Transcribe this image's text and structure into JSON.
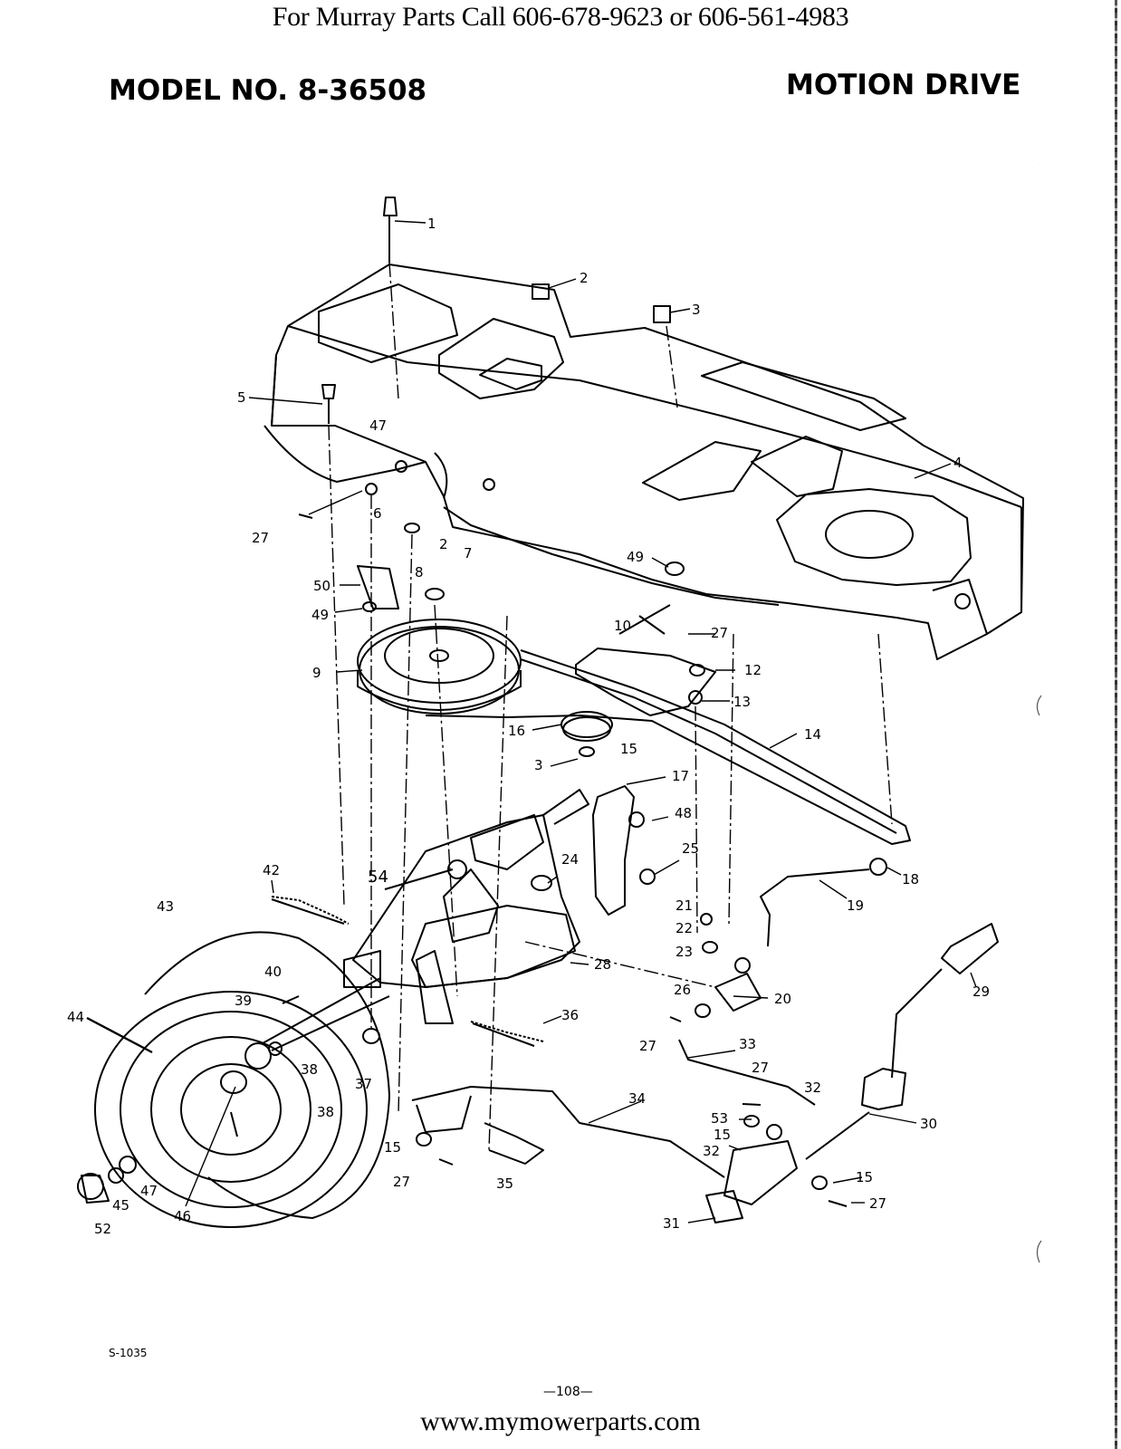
{
  "header": {
    "banner": "For Murray Parts Call 606-678-9623 or 606-561-4983",
    "model_no": "MODEL NO. 8-36508",
    "section_title": "MOTION DRIVE"
  },
  "callouts": [
    {
      "id": "c1",
      "label": "1"
    },
    {
      "id": "c2a",
      "label": "2"
    },
    {
      "id": "c3a",
      "label": "3"
    },
    {
      "id": "c5",
      "label": "5"
    },
    {
      "id": "c47a",
      "label": "47"
    },
    {
      "id": "c4",
      "label": "4"
    },
    {
      "id": "c6",
      "label": "6"
    },
    {
      "id": "c27a",
      "label": "27"
    },
    {
      "id": "c2b",
      "label": "2"
    },
    {
      "id": "c7",
      "label": "7"
    },
    {
      "id": "c49a",
      "label": "49"
    },
    {
      "id": "c50",
      "label": "50"
    },
    {
      "id": "c8",
      "label": "8"
    },
    {
      "id": "c49b",
      "label": "49"
    },
    {
      "id": "c10",
      "label": "10"
    },
    {
      "id": "c27b",
      "label": "27"
    },
    {
      "id": "c9",
      "label": "9"
    },
    {
      "id": "c12",
      "label": "12"
    },
    {
      "id": "c13",
      "label": "13"
    },
    {
      "id": "c16",
      "label": "16"
    },
    {
      "id": "c15a",
      "label": "15"
    },
    {
      "id": "c14",
      "label": "14"
    },
    {
      "id": "c3b",
      "label": "3"
    },
    {
      "id": "c17",
      "label": "17"
    },
    {
      "id": "c48",
      "label": "48"
    },
    {
      "id": "c25",
      "label": "25"
    },
    {
      "id": "c24",
      "label": "24"
    },
    {
      "id": "c54",
      "label": "54"
    },
    {
      "id": "c42",
      "label": "42"
    },
    {
      "id": "c18",
      "label": "18"
    },
    {
      "id": "c19",
      "label": "19"
    },
    {
      "id": "c43",
      "label": "43"
    },
    {
      "id": "c21",
      "label": "21"
    },
    {
      "id": "c22",
      "label": "22"
    },
    {
      "id": "c23",
      "label": "23"
    },
    {
      "id": "c28",
      "label": "28"
    },
    {
      "id": "c29",
      "label": "29"
    },
    {
      "id": "c40",
      "label": "40"
    },
    {
      "id": "c26",
      "label": "26"
    },
    {
      "id": "c20",
      "label": "20"
    },
    {
      "id": "c39",
      "label": "39"
    },
    {
      "id": "c44",
      "label": "44"
    },
    {
      "id": "c36",
      "label": "36"
    },
    {
      "id": "c27c",
      "label": "27"
    },
    {
      "id": "c33",
      "label": "33"
    },
    {
      "id": "c38a",
      "label": "38"
    },
    {
      "id": "c37",
      "label": "37"
    },
    {
      "id": "c27d",
      "label": "27"
    },
    {
      "id": "c32a",
      "label": "32"
    },
    {
      "id": "c38b",
      "label": "38"
    },
    {
      "id": "c30",
      "label": "30"
    },
    {
      "id": "c34",
      "label": "34"
    },
    {
      "id": "c53",
      "label": "53"
    },
    {
      "id": "c15b",
      "label": "15"
    },
    {
      "id": "c15c",
      "label": "15"
    },
    {
      "id": "c32b",
      "label": "32"
    },
    {
      "id": "c15d",
      "label": "15"
    },
    {
      "id": "c47b",
      "label": "47"
    },
    {
      "id": "c45",
      "label": "45"
    },
    {
      "id": "c27e",
      "label": "27"
    },
    {
      "id": "c35",
      "label": "35"
    },
    {
      "id": "c27f",
      "label": "27"
    },
    {
      "id": "c46",
      "label": "46"
    },
    {
      "id": "c31",
      "label": "31"
    },
    {
      "id": "c52",
      "label": "52"
    }
  ],
  "footer": {
    "doc_code": "S-1035",
    "page_number": "—108—",
    "url": "www.mymowerparts.com"
  }
}
